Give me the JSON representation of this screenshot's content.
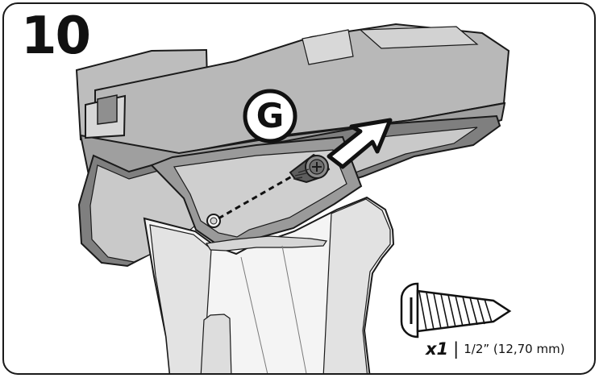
{
  "step": "10",
  "part_label": "G",
  "hardware": {
    "quantity": "x1",
    "separator": "|",
    "size": "1/2” (12,70 mm)"
  },
  "colors": {
    "outline": "#1a1a1a",
    "light_fill": "#f4f4f4",
    "mid_fill": "#e2e2e2",
    "dark_fill": "#9f9f9f",
    "darker_fill": "#7c7c7c",
    "white": "#ffffff"
  }
}
